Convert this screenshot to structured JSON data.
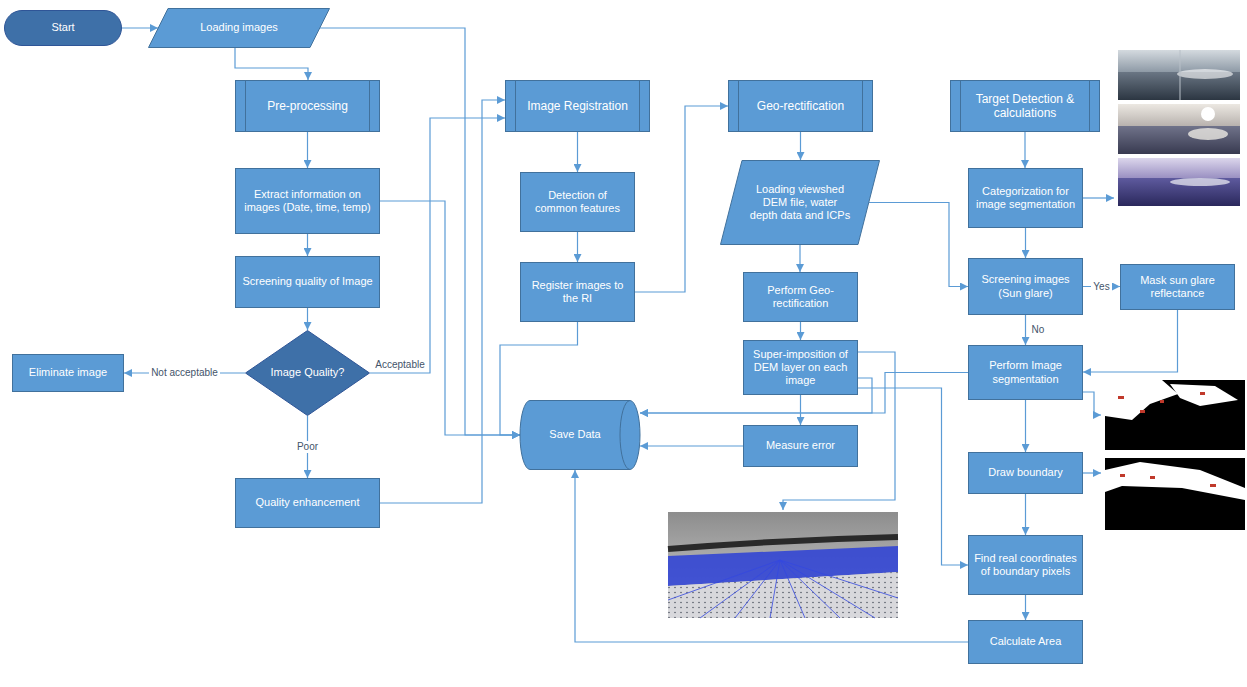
{
  "diagram": {
    "nodes": [
      {
        "text": [
          "Start"
        ]
      },
      {
        "text": [
          "Loading images"
        ]
      },
      {
        "text": [
          "Pre-processing"
        ]
      },
      {
        "text": [
          "Extract information on images (Date, time, temp)"
        ]
      },
      {
        "text": [
          "Screening quality of Image"
        ]
      },
      {
        "text": [
          "Image Quality?"
        ]
      },
      {
        "text": [
          "Eliminate image"
        ]
      },
      {
        "text": [
          "Quality enhancement"
        ]
      },
      {
        "text": [
          "Image Registration"
        ]
      },
      {
        "text": [
          "Detection of common features"
        ]
      },
      {
        "text": [
          "Register images to the RI"
        ]
      },
      {
        "text": [
          "Save Data"
        ]
      },
      {
        "text": [
          "Geo-rectification"
        ]
      },
      {
        "text": [
          "Loading viewshed DEM file, water depth data and ICPs"
        ]
      },
      {
        "text": [
          "Perform Geo-rectification"
        ]
      },
      {
        "text": [
          "Super-imposition of DEM layer on each image"
        ]
      },
      {
        "text": [
          "Measure error"
        ]
      },
      {
        "text": [
          "Target Detection & calculations"
        ]
      },
      {
        "text": [
          "Categorization for image segmentation"
        ]
      },
      {
        "text": [
          "Screening images (Sun glare)"
        ]
      },
      {
        "text": [
          "Mask sun glare reflectance"
        ]
      },
      {
        "text": [
          "Perform Image segmentation"
        ]
      },
      {
        "text": [
          "Draw boundary"
        ]
      },
      {
        "text": [
          "Find real coordinates of boundary pixels"
        ]
      },
      {
        "text": [
          "Calculate Area"
        ]
      }
    ],
    "edges": [
      {
        "from": 0,
        "to": 1,
        "arrow": "to"
      },
      {
        "from": 1,
        "to": 2,
        "arrow": "to"
      },
      {
        "from": 1,
        "to": 11,
        "arrow": "to"
      },
      {
        "from": 2,
        "to": 3,
        "arrow": "to"
      },
      {
        "from": 3,
        "to": 4,
        "arrow": "to"
      },
      {
        "from": 3,
        "to": 11,
        "arrow": "to"
      },
      {
        "from": 4,
        "to": 5,
        "arrow": "to"
      },
      {
        "from": 5,
        "to": 6,
        "label": "Not acceptable",
        "arrow": "to"
      },
      {
        "from": 5,
        "to": 8,
        "label": "Acceptable",
        "arrow": "to"
      },
      {
        "from": 5,
        "to": 7,
        "label": "Poor",
        "arrow": "to"
      },
      {
        "from": 7,
        "to": 8,
        "arrow": "to"
      },
      {
        "from": 8,
        "to": 9,
        "arrow": "to"
      },
      {
        "from": 9,
        "to": 10,
        "arrow": "to"
      },
      {
        "from": 10,
        "to": 12,
        "arrow": "to"
      },
      {
        "from": 10,
        "to": 11,
        "arrow": "to"
      },
      {
        "from": 12,
        "to": 13,
        "arrow": "to"
      },
      {
        "from": 13,
        "to": 14,
        "arrow": "to"
      },
      {
        "from": 13,
        "to": 19,
        "arrow": "to"
      },
      {
        "from": 14,
        "to": 15,
        "arrow": "to"
      },
      {
        "from": 15,
        "to": 16,
        "arrow": "to"
      },
      {
        "from": 15,
        "to": 11,
        "arrow": "to"
      },
      {
        "from": 16,
        "to": 11,
        "arrow": "to"
      },
      {
        "from": 15,
        "to": 23,
        "arrow": "to"
      },
      {
        "from": 17,
        "to": 18,
        "arrow": "to"
      },
      {
        "from": 18,
        "to": 19,
        "arrow": "to"
      },
      {
        "from": 19,
        "to": 20,
        "label": "Yes",
        "arrow": "to"
      },
      {
        "from": 19,
        "to": 21,
        "label": "No",
        "arrow": "to"
      },
      {
        "from": 20,
        "to": 21,
        "arrow": "to"
      },
      {
        "from": 21,
        "to": 11,
        "arrow": "to"
      },
      {
        "from": 21,
        "to": 22,
        "arrow": "to"
      },
      {
        "from": 22,
        "to": 23,
        "arrow": "to"
      },
      {
        "from": 23,
        "to": 24,
        "arrow": "to"
      },
      {
        "from": 24,
        "to": 11,
        "arrow": "to"
      }
    ]
  }
}
